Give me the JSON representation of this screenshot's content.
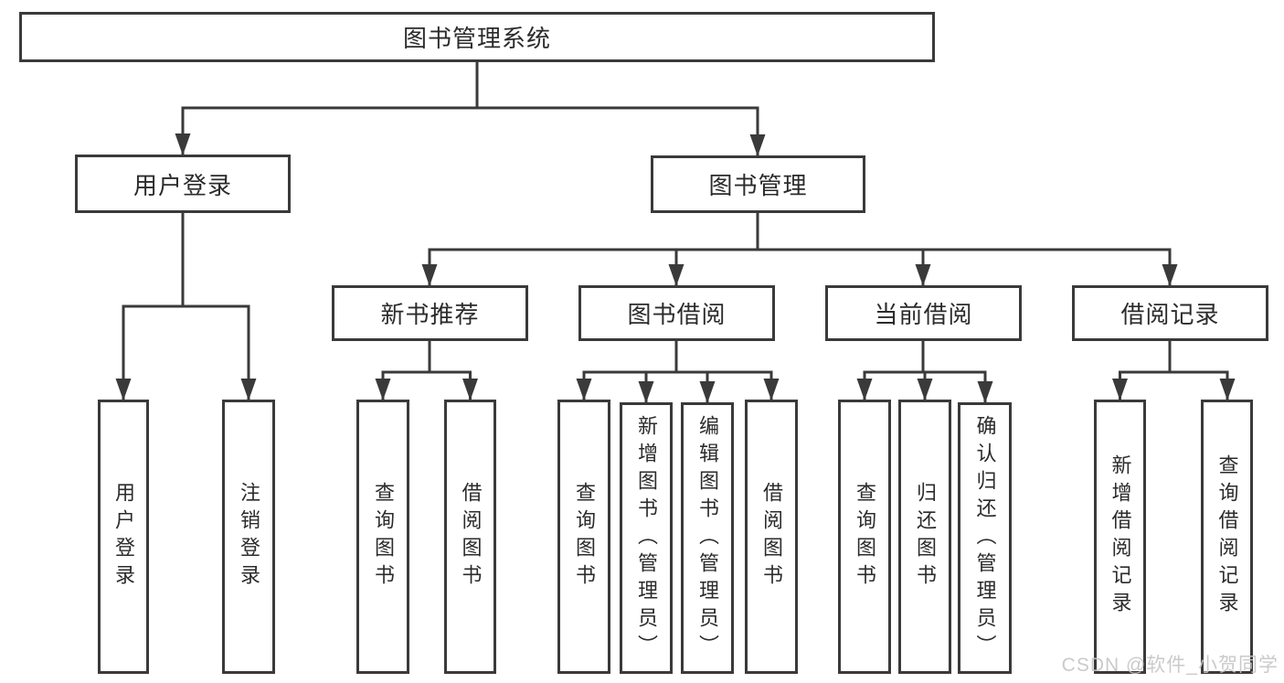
{
  "diagram": {
    "root": {
      "label": "图书管理系统"
    },
    "branches": [
      {
        "label": "用户登录",
        "children": [
          {
            "label": "用户登录"
          },
          {
            "label": "注销登录"
          }
        ]
      },
      {
        "label": "图书管理",
        "children": [
          {
            "label": "新书推荐",
            "children": [
              {
                "label": "查询图书"
              },
              {
                "label": "借阅图书"
              }
            ]
          },
          {
            "label": "图书借阅",
            "children": [
              {
                "label": "查询图书"
              },
              {
                "label": "新增图书（管理员）"
              },
              {
                "label": "编辑图书（管理员）"
              },
              {
                "label": "借阅图书"
              }
            ]
          },
          {
            "label": "当前借阅",
            "children": [
              {
                "label": "查询图书"
              },
              {
                "label": "归还图书"
              },
              {
                "label": "确认归还（管理员）"
              }
            ]
          },
          {
            "label": "借阅记录",
            "children": [
              {
                "label": "新增借阅记录"
              },
              {
                "label": "查询借阅记录"
              }
            ]
          }
        ]
      }
    ]
  },
  "watermark": {
    "text": "CSDN @软件_小贺同学"
  },
  "style": {
    "line_color": "#3a3a3a",
    "text_color": "#2b2b2b",
    "watermark_color": "#c6c6c6",
    "background": "#ffffff"
  }
}
